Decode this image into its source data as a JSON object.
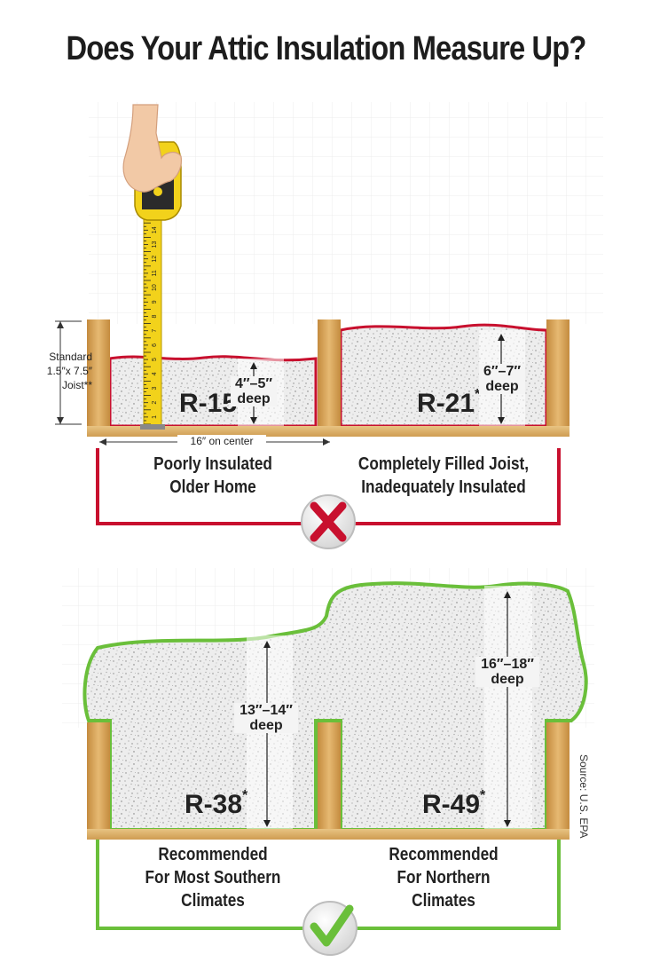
{
  "title": "Does Your Attic Insulation Measure Up?",
  "joist_label": {
    "line1": "Standard",
    "line2": "1.5″x 7.5″",
    "line3": "Joist**"
  },
  "spacing_label": "16″ on center",
  "source": "Source: U.S. EPA",
  "tape_numbers": [
    "1",
    "2",
    "3",
    "4",
    "5",
    "6",
    "7",
    "8",
    "9",
    "10",
    "11",
    "12",
    "13",
    "14"
  ],
  "panels": [
    {
      "id": "poor",
      "r_value": "R-15",
      "marker": "*",
      "depth": {
        "line1": "4″–5″",
        "line2": "deep"
      },
      "caption": {
        "line1": "Poorly Insulated",
        "line2": "Older Home"
      },
      "status": "inadequate"
    },
    {
      "id": "filled",
      "r_value": "R-21",
      "marker": "*",
      "depth": {
        "line1": "6″–7″",
        "line2": "deep"
      },
      "caption": {
        "line1": "Completely Filled Joist,",
        "line2": "Inadequately Insulated"
      },
      "status": "inadequate"
    },
    {
      "id": "south",
      "r_value": "R-38",
      "marker": "*",
      "depth": {
        "line1": "13″–14″",
        "line2": "deep"
      },
      "caption": {
        "line1": "Recommended",
        "line2": "For Most Southern",
        "line3": "Climates"
      },
      "status": "recommended"
    },
    {
      "id": "north",
      "r_value": "R-49",
      "marker": "*",
      "depth": {
        "line1": "16″–18″",
        "line2": "deep"
      },
      "caption": {
        "line1": "Recommended",
        "line2": "For Northern",
        "line3": "Climates"
      },
      "status": "recommended"
    }
  ],
  "colors": {
    "bad": "#c8102e",
    "good": "#6abf3a",
    "wood": "#d7a55c",
    "tape": "#f2d21b"
  }
}
